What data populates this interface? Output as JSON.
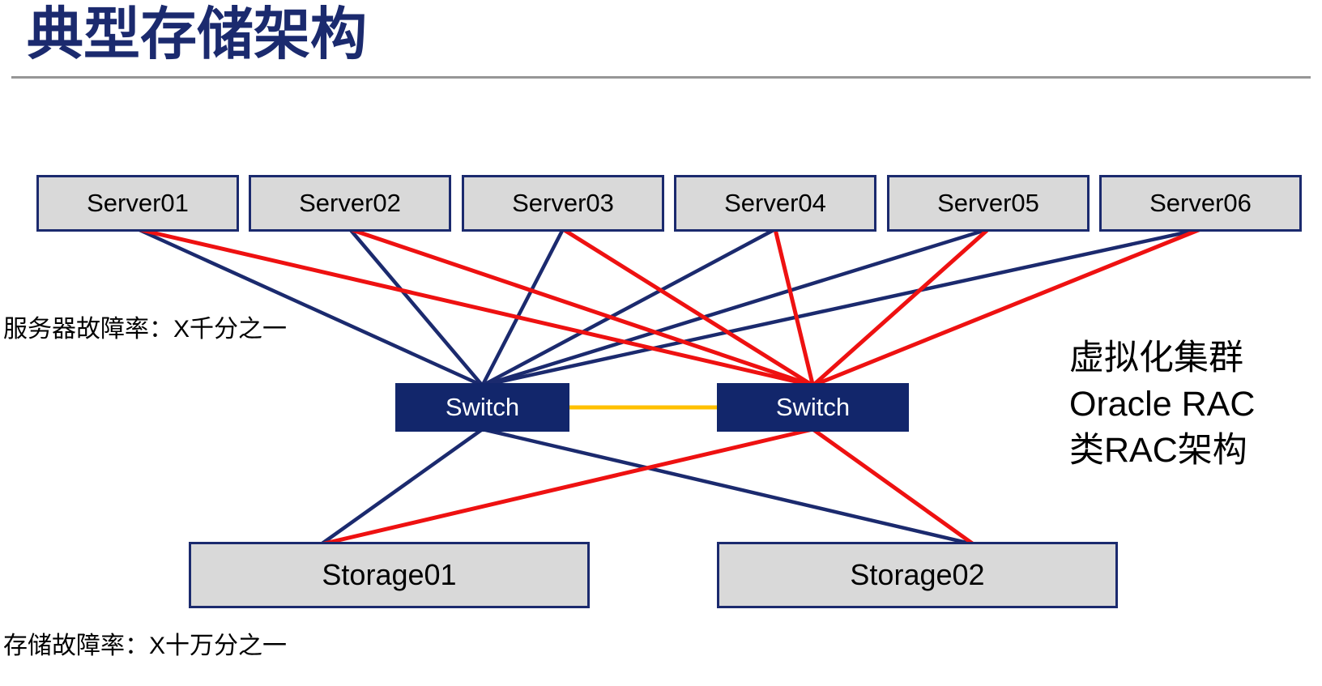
{
  "title": "典型存储架构",
  "colors": {
    "navy": "#1b2a6e",
    "red": "#ee1111",
    "gold": "#ffc000",
    "box_fill": "#d9d9d9",
    "switch_fill": "#12266b"
  },
  "nodes": {
    "server01": {
      "label": "Server01"
    },
    "server02": {
      "label": "Server02"
    },
    "server03": {
      "label": "Server03"
    },
    "server04": {
      "label": "Server04"
    },
    "server05": {
      "label": "Server05"
    },
    "server06": {
      "label": "Server06"
    },
    "switch_left": {
      "label": "Switch"
    },
    "switch_right": {
      "label": "Switch"
    },
    "storage01": {
      "label": "Storage01"
    },
    "storage02": {
      "label": "Storage02"
    }
  },
  "edges": [
    {
      "from": "server01",
      "to": "switch_left",
      "color": "navy",
      "kind": "uplink"
    },
    {
      "from": "server02",
      "to": "switch_left",
      "color": "navy",
      "kind": "uplink"
    },
    {
      "from": "server03",
      "to": "switch_left",
      "color": "navy",
      "kind": "uplink"
    },
    {
      "from": "server04",
      "to": "switch_left",
      "color": "navy",
      "kind": "uplink"
    },
    {
      "from": "server05",
      "to": "switch_left",
      "color": "navy",
      "kind": "uplink"
    },
    {
      "from": "server06",
      "to": "switch_left",
      "color": "navy",
      "kind": "uplink"
    },
    {
      "from": "switch_left",
      "to": "storage01",
      "color": "navy",
      "kind": "downlink"
    },
    {
      "from": "switch_left",
      "to": "storage02",
      "color": "navy",
      "kind": "downlink"
    },
    {
      "from": "server01",
      "to": "switch_right",
      "color": "red",
      "kind": "uplink"
    },
    {
      "from": "server02",
      "to": "switch_right",
      "color": "red",
      "kind": "uplink"
    },
    {
      "from": "server03",
      "to": "switch_right",
      "color": "red",
      "kind": "uplink"
    },
    {
      "from": "server04",
      "to": "switch_right",
      "color": "red",
      "kind": "uplink"
    },
    {
      "from": "server05",
      "to": "switch_right",
      "color": "red",
      "kind": "uplink"
    },
    {
      "from": "server06",
      "to": "switch_right",
      "color": "red",
      "kind": "uplink"
    },
    {
      "from": "switch_right",
      "to": "storage01",
      "color": "red",
      "kind": "downlink"
    },
    {
      "from": "switch_right",
      "to": "storage02",
      "color": "red",
      "kind": "downlink"
    },
    {
      "from": "switch_left",
      "to": "switch_right",
      "color": "gold",
      "kind": "interlink"
    }
  ],
  "annotations": {
    "server_failure": "服务器故障率：X千分之一",
    "storage_failure": "存储故障率：X十万分之一",
    "right_block": [
      "虚拟化集群",
      "Oracle RAC",
      "类RAC架构"
    ]
  }
}
